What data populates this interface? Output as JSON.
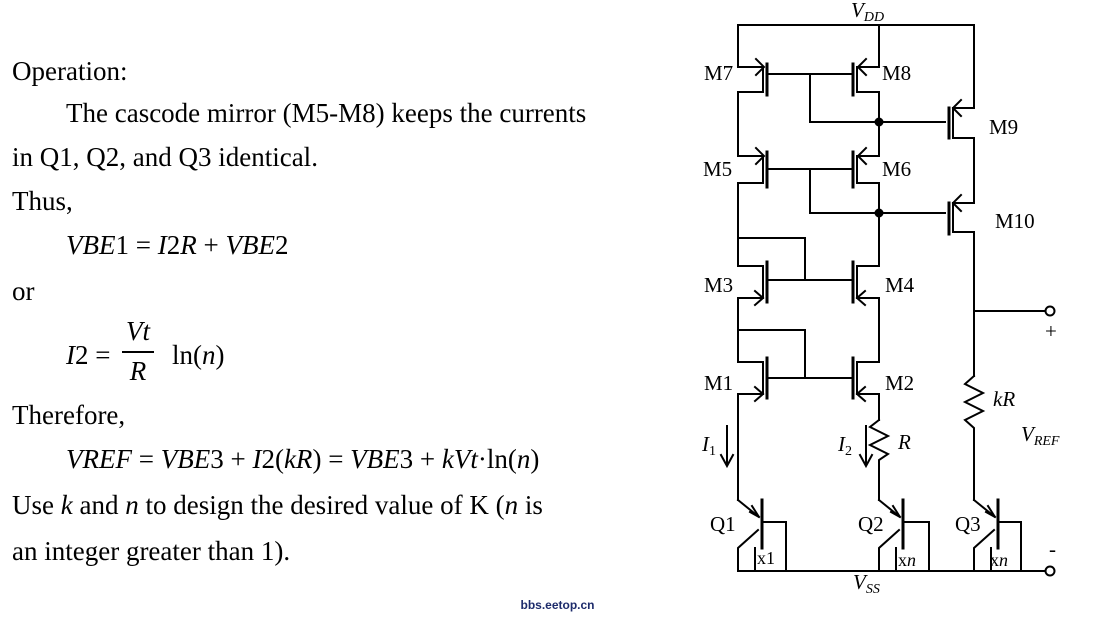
{
  "text": {
    "operation": "Operation:",
    "cascode_line1": "The cascode mirror (M5-M8) keeps the currents",
    "cascode_line2": "in Q1, Q2, and Q3 identical.",
    "thus": "Thus,",
    "or": "or",
    "therefore": "Therefore,",
    "use_line1": {
      "p1": "Use ",
      "k": "k",
      "p2": " and ",
      "n": "n",
      "p3": " to design the desired value of K (",
      "n2": "n",
      "p4": " is"
    },
    "use_line2": "an integer greater than 1)."
  },
  "equations": {
    "eq1": {
      "V": "V",
      "BE1": "BE",
      "one": "1",
      "eq": " = ",
      "I": "I",
      "two": "2",
      "R": "R",
      "plus": " + ",
      "V2": "V",
      "BE2": "BE",
      "two2": "2"
    },
    "eq2": {
      "I": "I",
      "two": "2",
      "eq": " =",
      "num_V": "V",
      "num_t": "t",
      "den": "R",
      "ln": "ln(",
      "n": "n",
      "close": ")"
    },
    "eq3": {
      "V": "V",
      "REF": "REF",
      "eq1": " = ",
      "V2": "V",
      "BE": "BE",
      "three": "3",
      "plus1": " + ",
      "I": "I",
      "two": "2",
      "open": "(",
      "kR": "kR",
      "close": ")",
      "eq2": " = ",
      "V3": "V",
      "BE3": "BE",
      "three2": "3",
      "plus2": " + ",
      "k": "k",
      "V4": "V",
      "t": "t",
      "dot": "·",
      "ln": "ln(",
      "n": "n",
      "close2": ")"
    }
  },
  "circuit": {
    "vdd_V": "V",
    "vdd_sub": "DD",
    "vss_V": "V",
    "vss_sub": "SS",
    "M7": "M7",
    "M8": "M8",
    "M9": "M9",
    "M5": "M5",
    "M6": "M6",
    "M10": "M10",
    "M3": "M3",
    "M4": "M4",
    "M1": "M1",
    "M2": "M2",
    "Q1": "Q1",
    "Q2": "Q2",
    "Q3": "Q3",
    "I1": "I",
    "I1_sub": "1",
    "I2": "I",
    "I2_sub": "2",
    "R": "R",
    "kR": "kR",
    "vref_V": "V",
    "vref_sub": "REF",
    "plus": "+",
    "minus": "-",
    "x1": "x1",
    "xn_q2_x": "x",
    "xn_q2_n": "n",
    "xn_q3_x": "x",
    "xn_q3_n": "n"
  },
  "watermark": "bbs.eetop.cn"
}
